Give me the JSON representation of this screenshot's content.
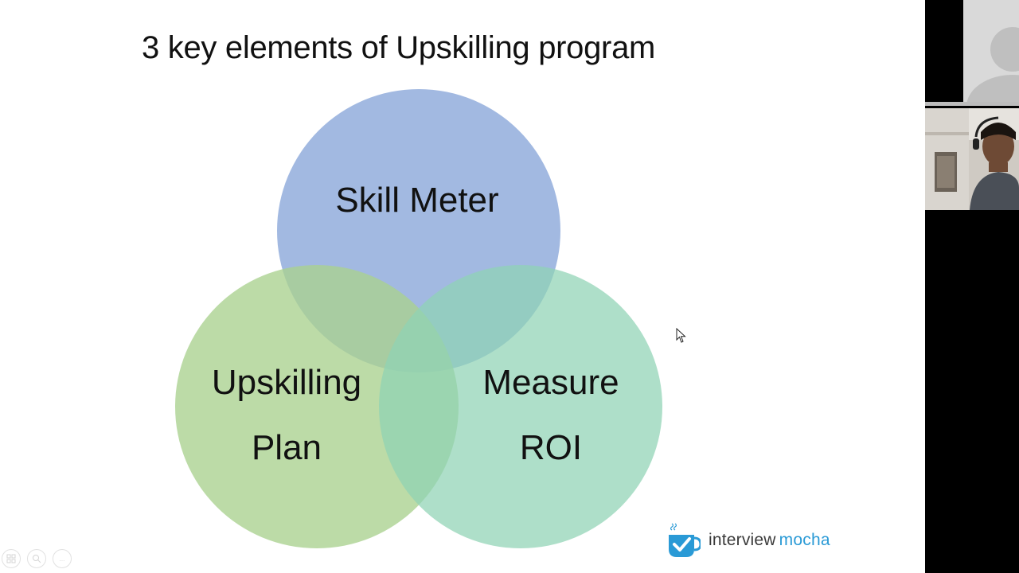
{
  "slide": {
    "title": "3 key elements of Upskilling program",
    "circles": [
      {
        "label": "Skill Meter",
        "color": "#8eaadb"
      },
      {
        "label_line1": "Upskilling",
        "label_line2": "Plan",
        "color": "#a9d18e"
      },
      {
        "label_line1": "Measure",
        "label_line2": "ROI",
        "color": "#8fd3b4"
      }
    ],
    "logo": {
      "text_part1": "interview",
      "text_part2": "mocha",
      "icon": "mug-check-icon"
    },
    "toolbar": {
      "icons": [
        "slides-icon",
        "zoom-icon",
        "more-icon"
      ],
      "more_label": "..."
    }
  },
  "video_panel": {
    "participants": [
      {
        "type": "avatar",
        "icon": "user-silhouette-icon"
      },
      {
        "type": "camera",
        "icon": "presenter-video"
      }
    ]
  },
  "colors": {
    "logo_dark": "#3a3a3a",
    "logo_blue": "#2a9ad6"
  }
}
